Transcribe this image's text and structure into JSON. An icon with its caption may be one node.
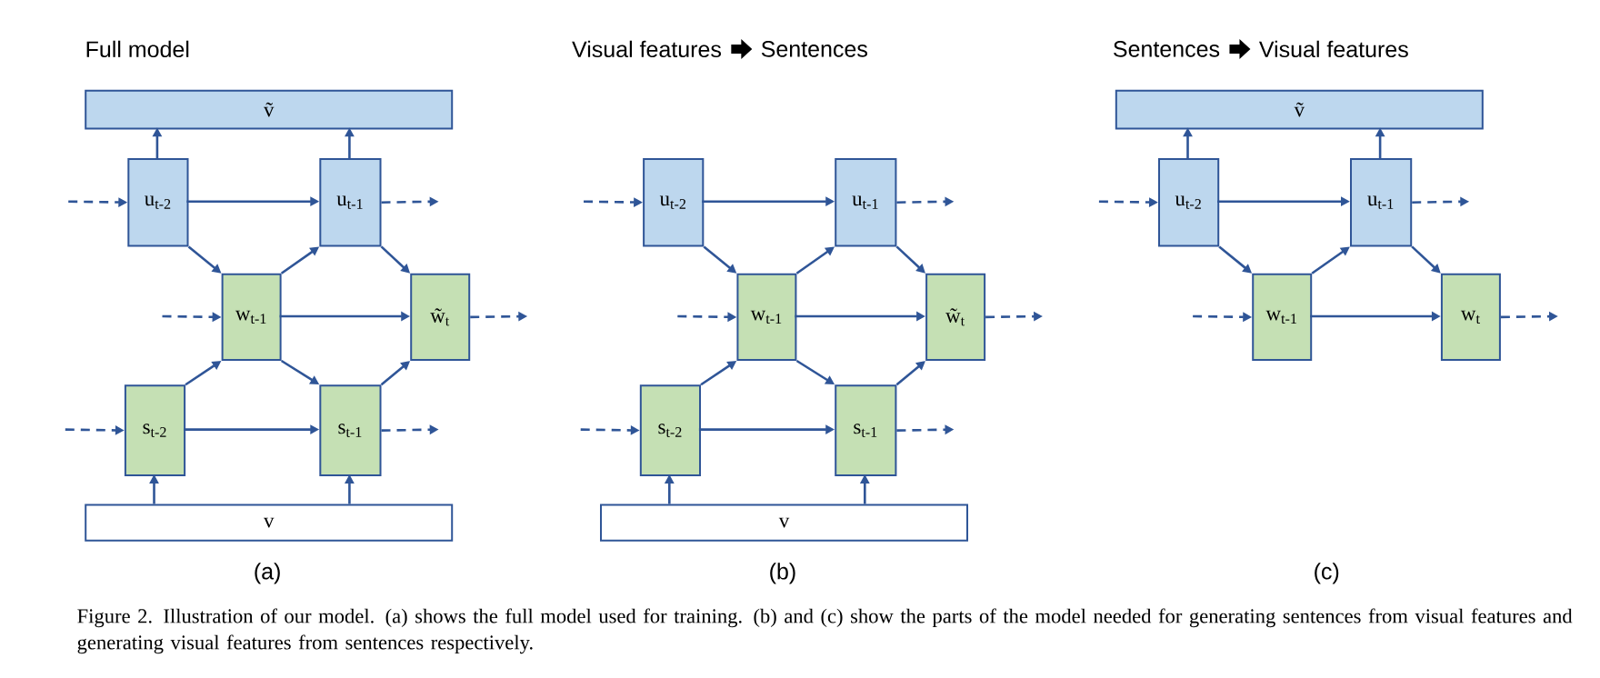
{
  "diagram": {
    "caption": "Figure 2. Illustration of our model. (a) shows the full model used for training. (b) and (c) show the parts of the model needed for generating sentences from visual features and generating visual features from sentences respectively.",
    "nodes": [
      {
        "text": [
          "ṽ"
        ]
      },
      {
        "text": [
          "u$_{t-2}$"
        ]
      },
      {
        "text": [
          "u$_{t-1}$"
        ]
      },
      {
        "text": [
          "w$_{t-1}$"
        ]
      },
      {
        "text": [
          "w̃$_{t}$"
        ]
      },
      {
        "text": [
          "s$_{t-2}$"
        ]
      },
      {
        "text": [
          "s$_{t-1}$"
        ]
      },
      {
        "text": [
          "v"
        ]
      },
      {
        "text": [
          "u$_{t-2}$"
        ]
      },
      {
        "text": [
          "u$_{t-1}$"
        ]
      },
      {
        "text": [
          "w$_{t-1}$"
        ]
      },
      {
        "text": [
          "w̃$_{t}$"
        ]
      },
      {
        "text": [
          "s$_{t-2}$"
        ]
      },
      {
        "text": [
          "s$_{t-1}$"
        ]
      },
      {
        "text": [
          "v"
        ]
      },
      {
        "text": [
          "ṽ"
        ]
      },
      {
        "text": [
          "u$_{t-2}$"
        ]
      },
      {
        "text": [
          "u$_{t-1}$"
        ]
      },
      {
        "text": [
          "w$_{t-1}$"
        ]
      },
      {
        "text": [
          "w$_{t}$"
        ]
      }
    ],
    "edges": [
      {
        "from": 1,
        "to": 0,
        "arrow": "to"
      },
      {
        "from": 2,
        "to": 0,
        "arrow": "to"
      },
      {
        "from": null,
        "to": 1,
        "arrow": "to",
        "style": "dashed"
      },
      {
        "from": 1,
        "to": 2,
        "arrow": "to"
      },
      {
        "from": 2,
        "to": null,
        "arrow": "to",
        "style": "dashed"
      },
      {
        "from": 1,
        "to": 3,
        "arrow": "to"
      },
      {
        "from": 3,
        "to": 2,
        "arrow": "to"
      },
      {
        "from": 2,
        "to": 4,
        "arrow": "to"
      },
      {
        "from": null,
        "to": 3,
        "arrow": "to",
        "style": "dashed"
      },
      {
        "from": 3,
        "to": 4,
        "arrow": "to"
      },
      {
        "from": 4,
        "to": null,
        "arrow": "to",
        "style": "dashed"
      },
      {
        "from": 5,
        "to": 3,
        "arrow": "to"
      },
      {
        "from": 3,
        "to": 6,
        "arrow": "to"
      },
      {
        "from": 6,
        "to": 4,
        "arrow": "to"
      },
      {
        "from": null,
        "to": 5,
        "arrow": "to",
        "style": "dashed"
      },
      {
        "from": 5,
        "to": 6,
        "arrow": "to"
      },
      {
        "from": 6,
        "to": null,
        "arrow": "to",
        "style": "dashed"
      },
      {
        "from": 7,
        "to": 5,
        "arrow": "to"
      },
      {
        "from": 7,
        "to": 6,
        "arrow": "to"
      },
      {
        "from": null,
        "to": 8,
        "arrow": "to",
        "style": "dashed"
      },
      {
        "from": 8,
        "to": 9,
        "arrow": "to"
      },
      {
        "from": 9,
        "to": null,
        "arrow": "to",
        "style": "dashed"
      },
      {
        "from": 8,
        "to": 10,
        "arrow": "to"
      },
      {
        "from": 10,
        "to": 9,
        "arrow": "to"
      },
      {
        "from": 9,
        "to": 11,
        "arrow": "to"
      },
      {
        "from": null,
        "to": 10,
        "arrow": "to",
        "style": "dashed"
      },
      {
        "from": 10,
        "to": 11,
        "arrow": "to"
      },
      {
        "from": 11,
        "to": null,
        "arrow": "to",
        "style": "dashed"
      },
      {
        "from": 12,
        "to": 10,
        "arrow": "to"
      },
      {
        "from": 10,
        "to": 13,
        "arrow": "to"
      },
      {
        "from": 13,
        "to": 11,
        "arrow": "to"
      },
      {
        "from": null,
        "to": 12,
        "arrow": "to",
        "style": "dashed"
      },
      {
        "from": 12,
        "to": 13,
        "arrow": "to"
      },
      {
        "from": 13,
        "to": null,
        "arrow": "to",
        "style": "dashed"
      },
      {
        "from": 14,
        "to": 12,
        "arrow": "to"
      },
      {
        "from": 14,
        "to": 13,
        "arrow": "to"
      },
      {
        "from": 16,
        "to": 15,
        "arrow": "to"
      },
      {
        "from": 17,
        "to": 15,
        "arrow": "to"
      },
      {
        "from": null,
        "to": 16,
        "arrow": "to",
        "style": "dashed"
      },
      {
        "from": 16,
        "to": 17,
        "arrow": "to"
      },
      {
        "from": 17,
        "to": null,
        "arrow": "to",
        "style": "dashed"
      },
      {
        "from": 16,
        "to": 18,
        "arrow": "to"
      },
      {
        "from": 18,
        "to": 17,
        "arrow": "to"
      },
      {
        "from": 17,
        "to": 19,
        "arrow": "to"
      },
      {
        "from": null,
        "to": 18,
        "arrow": "to",
        "style": "dashed"
      },
      {
        "from": 18,
        "to": 19,
        "arrow": "to"
      },
      {
        "from": 19,
        "to": null,
        "arrow": "to",
        "style": "dashed"
      }
    ],
    "labels": [
      "Full model",
      "Visual features",
      "Sentences",
      "Sentences",
      "Visual features",
      "(a)",
      "(b)",
      "(c)"
    ]
  }
}
